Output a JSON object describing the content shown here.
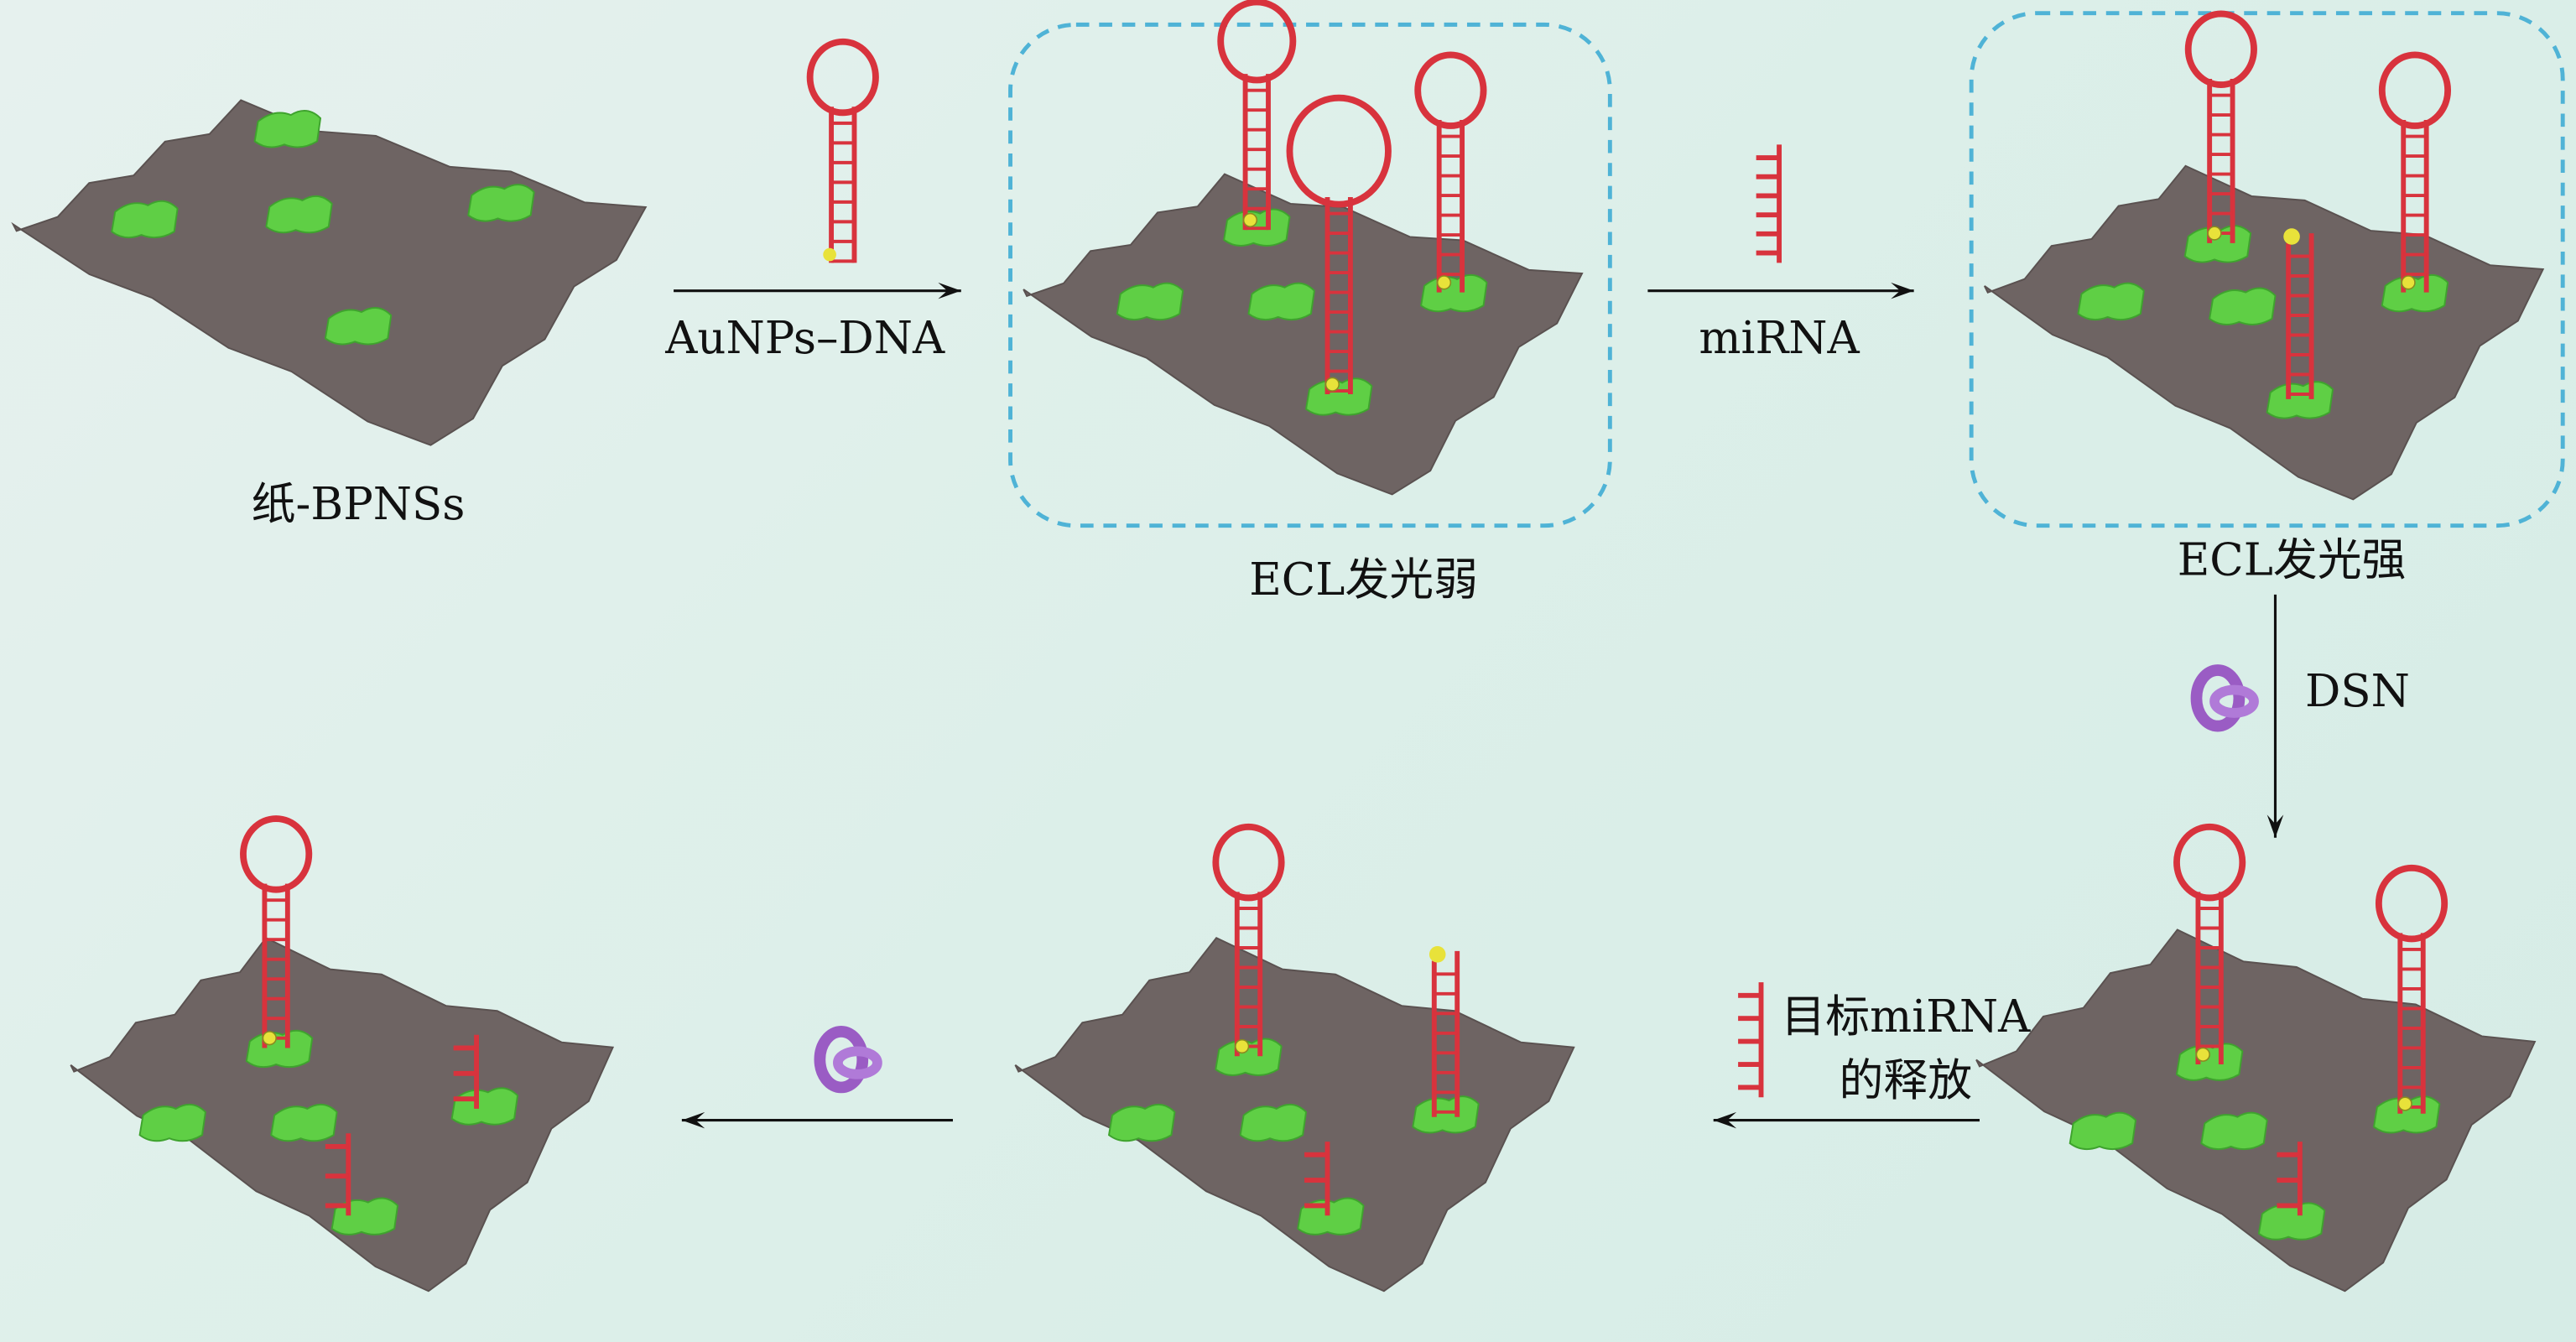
{
  "labels": {
    "paper_bpns": "纸-BPNSs",
    "aunps_dna": "AuNPs–DNA",
    "mirna": "miRNA",
    "ecl_weak": "ECL发光弱",
    "ecl_strong": "ECL发光强",
    "dsn": "DSN",
    "target_release_line1": "目标miRNA",
    "target_release_line2": "的释放"
  },
  "colors": {
    "surface": "#6e6463",
    "patch": "#5fcf45",
    "dna": "#d8333d",
    "gold": "#e8e23a",
    "enzyme": "#9a5cc4",
    "dashed_box": "#4fb3d6",
    "arrow": "#111111"
  }
}
